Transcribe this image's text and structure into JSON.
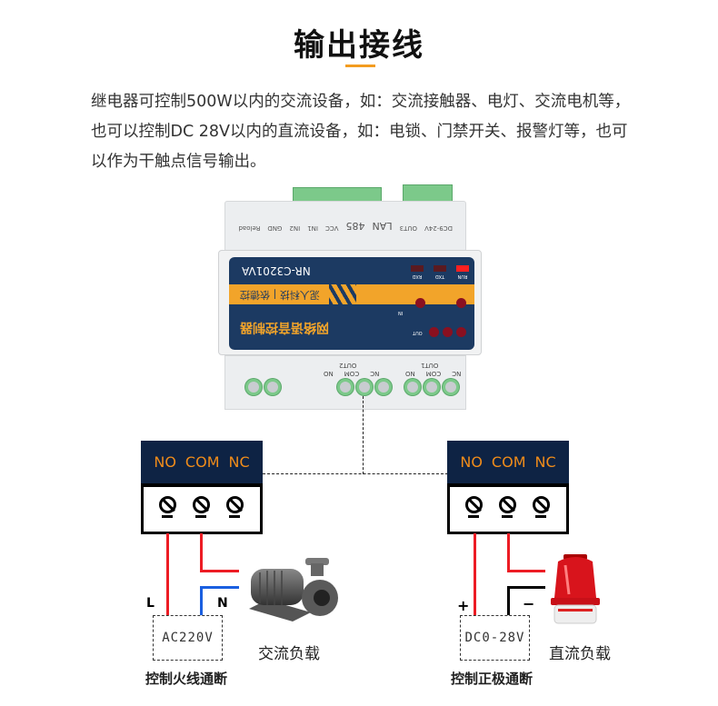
{
  "title": "输出接线",
  "description": "继电器可控制500W以内的交流设备，如：交流接触器、电灯、交流电机等，也可以控制DC 28V以内的直流设备，如：电锁、门禁开关、报警灯等，也可以作为干触点信号输出。",
  "device": {
    "model": "NR-C3201VA",
    "brand": "泥人科技 | 依德控",
    "product_name": "网络语音控制器",
    "leds": [
      "RUN",
      "TXD",
      "RXD"
    ],
    "in_label": "IN",
    "out_label": "OUT",
    "top_labels": [
      "Reload",
      "GND",
      "IN2",
      "IN1",
      "VCC",
      "485",
      "LAN",
      "OUT3",
      "DC9-24V"
    ],
    "bottom_labels": {
      "out2": "OUT2",
      "out1": "OUT1",
      "terms": [
        "NC",
        "COM",
        "NO"
      ]
    }
  },
  "left_block": {
    "header": [
      "NO",
      "COM",
      "NC"
    ],
    "l_label": "L",
    "n_label": "N",
    "source": "AC220V",
    "caption": "控制火线通断",
    "load": "交流负载"
  },
  "right_block": {
    "header": [
      "NO",
      "COM",
      "NC"
    ],
    "plus_label": "+",
    "minus_label": "−",
    "source": "DC0-28V",
    "caption": "控制正极通断",
    "load": "直流负载"
  },
  "colors": {
    "accent": "#f39c1f",
    "navy": "#0e2344",
    "live": "#ec1c24",
    "neutral": "#1a5fe0"
  }
}
